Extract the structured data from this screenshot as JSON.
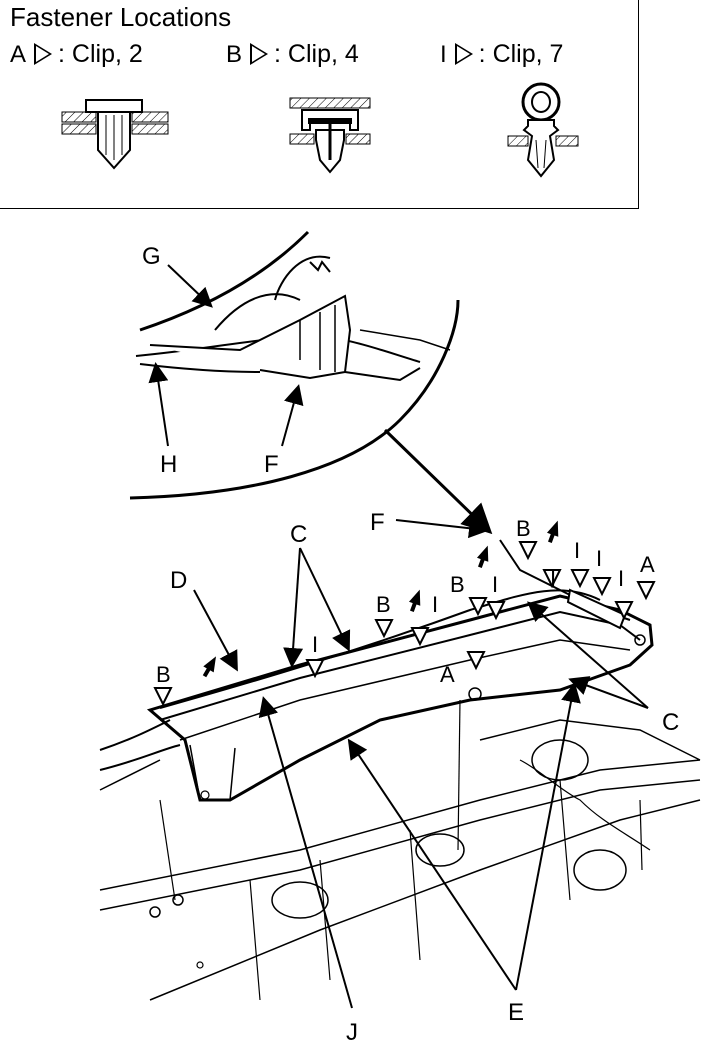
{
  "title": "Fastener Locations",
  "fasteners": [
    {
      "letter": "A",
      "label": ": Clip, 2"
    },
    {
      "letter": "B",
      "label": ": Clip, 4"
    },
    {
      "letter": "I",
      "label": ": Clip, 7"
    }
  ],
  "callouts": {
    "G": "G",
    "H": "H",
    "F_detail": "F",
    "F_main": "F",
    "C_top": "C",
    "C_right": "C",
    "D": "D",
    "E": "E",
    "J": "J"
  },
  "marks": {
    "A": "A",
    "B": "B",
    "I": "I"
  }
}
